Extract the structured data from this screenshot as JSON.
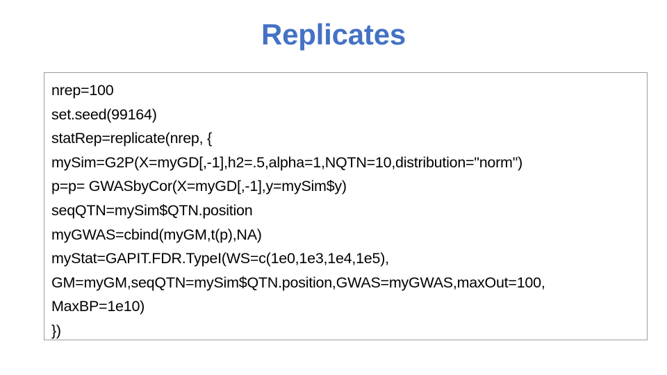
{
  "slide": {
    "title": "Replicates",
    "title_color": "#4472C4",
    "background_color": "#FFFFFF"
  },
  "code_box": {
    "border_color": "#9A9A9A",
    "background_color": "#FFFFFF",
    "text_color": "#000000",
    "language": "R",
    "lines": [
      "nrep=100",
      "set.seed(99164)",
      "statRep=replicate(nrep, {",
      "mySim=G2P(X=myGD[,-1],h2=.5,alpha=1,NQTN=10,distribution=\"norm\")",
      "p=p= GWASbyCor(X=myGD[,-1],y=mySim$y)",
      "seqQTN=mySim$QTN.position",
      "myGWAS=cbind(myGM,t(p),NA)",
      "myStat=GAPIT.FDR.TypeI(WS=c(1e0,1e3,1e4,1e5),",
      "GM=myGM,seqQTN=mySim$QTN.position,GWAS=myGWAS,maxOut=100,",
      "MaxBP=1e10)",
      "})"
    ]
  }
}
